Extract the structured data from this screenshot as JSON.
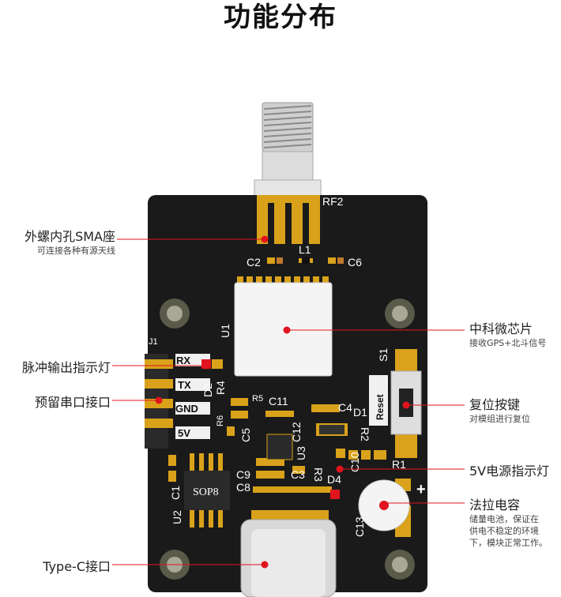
{
  "title": "功能分布",
  "callouts": {
    "sma": {
      "title": "外螺内孔SMA座",
      "sub": "可连接各种有源天线"
    },
    "pulse": {
      "title": "脉冲输出指示灯"
    },
    "uart": {
      "title": "预留串口接口"
    },
    "typec": {
      "title": "Type-C接口"
    },
    "chip": {
      "title": "中科微芯片",
      "sub": "接收GPS+北斗信号"
    },
    "reset": {
      "title": "复位按键",
      "sub": "对模组进行复位"
    },
    "power_led": {
      "title": "5V电源指示灯"
    },
    "farad": {
      "title": "法拉电容",
      "sub1": "储量电池，保证在",
      "sub2": "供电不稳定的环境",
      "sub3": "下，模块正常工作。"
    }
  },
  "board_labels": {
    "rf2": "RF2",
    "l1": "L1",
    "c2": "C2",
    "c6": "C6",
    "u1": "U1",
    "j1": "J1",
    "rx": "RX",
    "tx": "TX",
    "gnd": "GND",
    "v5": "5V",
    "d2": "D2",
    "r4": "R4",
    "r5": "R5",
    "r6": "R6",
    "c5": "C5",
    "c11": "C11",
    "c12": "C12",
    "u3": "U3",
    "c4": "C4",
    "d1": "D1",
    "s1": "S1",
    "reset": "Reset",
    "r2": "R2",
    "r3": "R3",
    "c10": "C10",
    "r1": "R1",
    "c9": "C9",
    "c3": "C3",
    "c8": "C8",
    "d4": "D4",
    "c1": "C1",
    "u2": "U2",
    "sop8": "SOP8",
    "c13": "C13",
    "plus": "+"
  },
  "colors": {
    "board": "#1a1a1a",
    "gold": "#d9a21a",
    "leader": "#e0141e",
    "shield": "#f4f4f4"
  }
}
